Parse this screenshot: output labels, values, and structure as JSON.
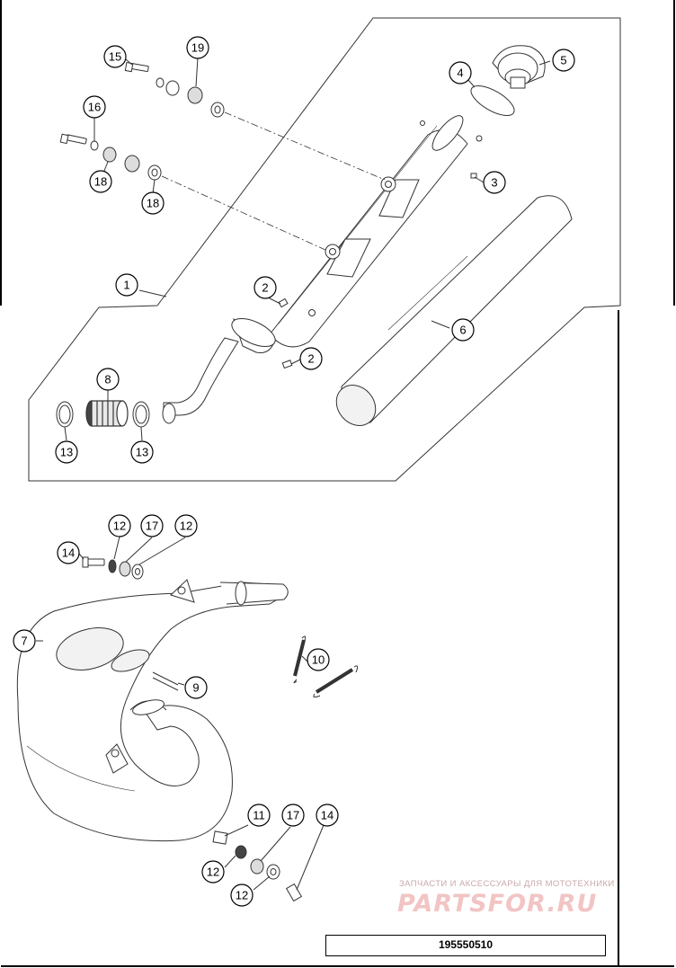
{
  "drawing_number": "195550510",
  "watermark": {
    "caption": "ЗАПЧАСТИ И АКСЕССУАРЫ ДЛЯ МОТОТЕХНИКИ",
    "logo": "PARTSFOR.RU"
  },
  "callouts": [
    {
      "id": "c15a",
      "label": "15"
    },
    {
      "id": "c19a",
      "label": "19"
    },
    {
      "id": "c5",
      "label": "5"
    },
    {
      "id": "c4",
      "label": "4"
    },
    {
      "id": "c16",
      "label": "16"
    },
    {
      "id": "c18a",
      "label": "18"
    },
    {
      "id": "c18b",
      "label": "18"
    },
    {
      "id": "c3",
      "label": "3"
    },
    {
      "id": "c1",
      "label": "1"
    },
    {
      "id": "c2a",
      "label": "2"
    },
    {
      "id": "c2b",
      "label": "2"
    },
    {
      "id": "c6",
      "label": "6"
    },
    {
      "id": "c8",
      "label": "8"
    },
    {
      "id": "c13a",
      "label": "13"
    },
    {
      "id": "c13b",
      "label": "13"
    },
    {
      "id": "c12a",
      "label": "12"
    },
    {
      "id": "c17a",
      "label": "17"
    },
    {
      "id": "c12b",
      "label": "12"
    },
    {
      "id": "c14a",
      "label": "14"
    },
    {
      "id": "c7",
      "label": "7"
    },
    {
      "id": "c10",
      "label": "10"
    },
    {
      "id": "c9",
      "label": "9"
    },
    {
      "id": "c11",
      "label": "11"
    },
    {
      "id": "c17b",
      "label": "17"
    },
    {
      "id": "c14b",
      "label": "14"
    },
    {
      "id": "c12c",
      "label": "12"
    },
    {
      "id": "c12d",
      "label": "12"
    }
  ]
}
